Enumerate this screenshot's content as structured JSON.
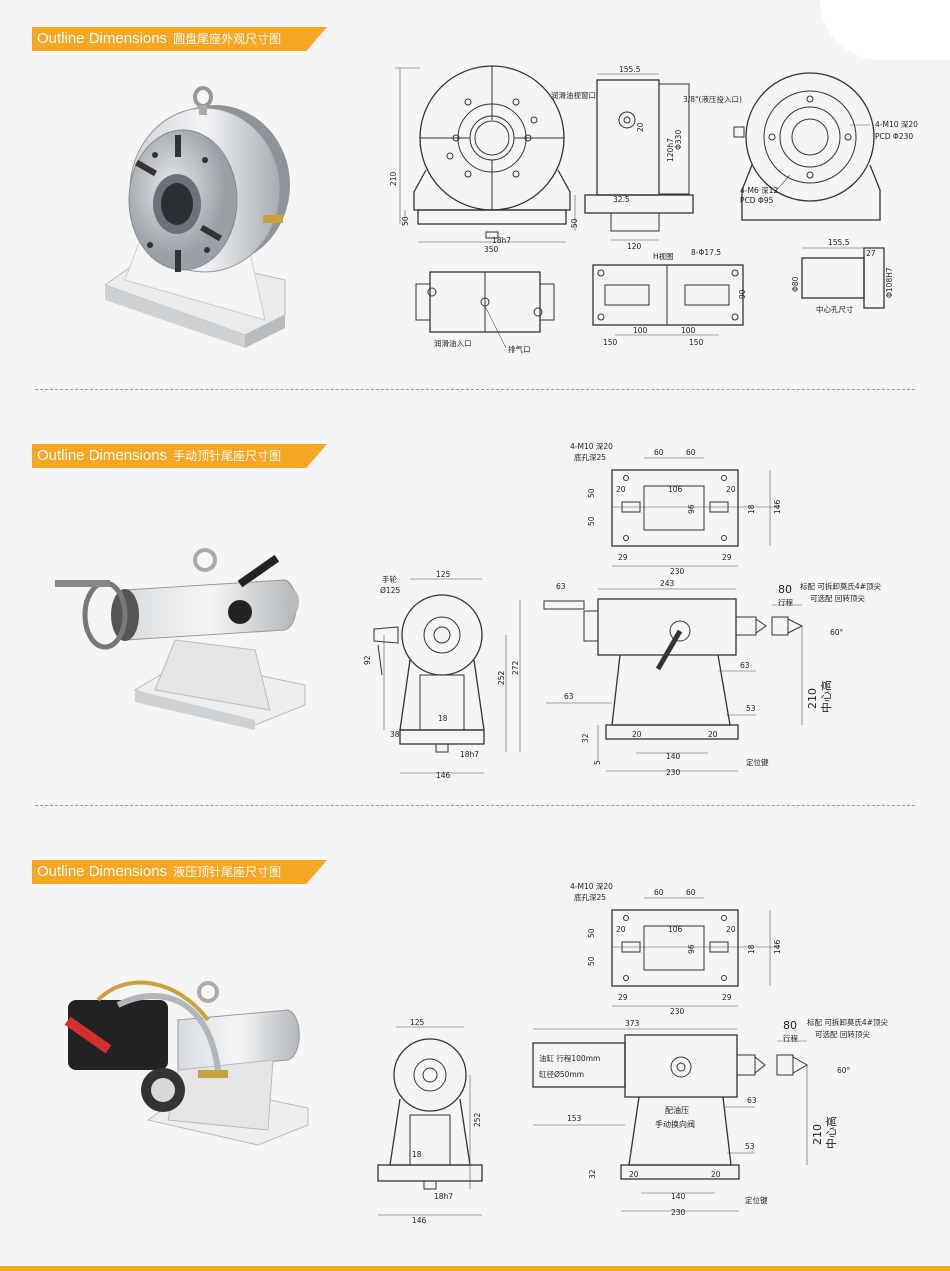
{
  "sections": [
    {
      "title_en": "Outline Dimensions",
      "title_cn": "圆盘尾座外观尺寸图"
    },
    {
      "title_en": "Outline Dimensions",
      "title_cn": "手动顶针尾座尺寸图"
    },
    {
      "title_en": "Outline Dimensions",
      "title_cn": "液压顶针尾座尺寸图"
    }
  ],
  "s1": {
    "d_155_5": "155.5",
    "lube_port": "润滑油视窗口",
    "hyd_in": "3/8\"(液压投入口)",
    "m10": "4-M10 深20",
    "pcd230": "PCD Φ230",
    "m6": "4-M6 深12",
    "pcd95": "PCD Φ95",
    "d210": "210",
    "d50": "50",
    "d350": "350",
    "d18h7": "18h7",
    "d20": "20",
    "d330": "Φ330",
    "d120h7": "120h7",
    "d32_5": "32.5",
    "d120": "120",
    "d50b": "50",
    "lube_in": "润滑油入口",
    "exhaust": "排气口",
    "h_view": "H视图",
    "bolt": "8-Φ17.5",
    "d90": "90",
    "d100": "100",
    "d150": "150",
    "d155b": "155.5",
    "d27": "27",
    "d80": "Φ80",
    "d108": "Φ108H7",
    "center_hole": "中心孔尺寸"
  },
  "s2": {
    "m10": "4-M10 深20",
    "hole": "底孔深25",
    "d60": "60",
    "d20": "20",
    "d106": "106",
    "d50": "50",
    "d96": "96",
    "d18": "18",
    "d146": "146",
    "d29": "29",
    "d230": "230",
    "handwheel": "手轮",
    "phi125": "Ø125",
    "d125": "125",
    "d92": "92",
    "d252": "252",
    "d272": "272",
    "d38": "38",
    "d18h7": "18h7",
    "d63": "63",
    "d243": "243",
    "d80": "80",
    "stroke": "行程",
    "std": "标配 可拆卸莫氏4#顶尖",
    "opt": "可选配 回转顶尖",
    "deg60": "60°",
    "d210": "210",
    "center_high": "中心高",
    "d53": "53",
    "d32": "32",
    "d5": "5",
    "d140": "140",
    "key": "定位键"
  },
  "s3": {
    "m10": "4-M10 深20",
    "hole": "底孔深25",
    "d60": "60",
    "d20": "20",
    "d106": "106",
    "d50": "50",
    "d96": "96",
    "d18": "18",
    "d146": "146",
    "d29": "29",
    "d230": "230",
    "d125": "125",
    "d252": "252",
    "d18h7": "18h7",
    "d146b": "146",
    "d373": "373",
    "d80": "80",
    "stroke": "行程",
    "std": "标配 可拆卸莫氏4#顶尖",
    "opt": "可选配 回转顶尖",
    "cyl1": "油缸 行程100mm",
    "cyl2": "缸径Ø50mm",
    "deg60": "60°",
    "d63": "63",
    "d153": "153",
    "oil1": "配油压",
    "oil2": "手动换向阀",
    "d210": "210",
    "center_high": "中心高",
    "d53": "53",
    "d32": "32",
    "d140": "140",
    "key": "定位键"
  }
}
